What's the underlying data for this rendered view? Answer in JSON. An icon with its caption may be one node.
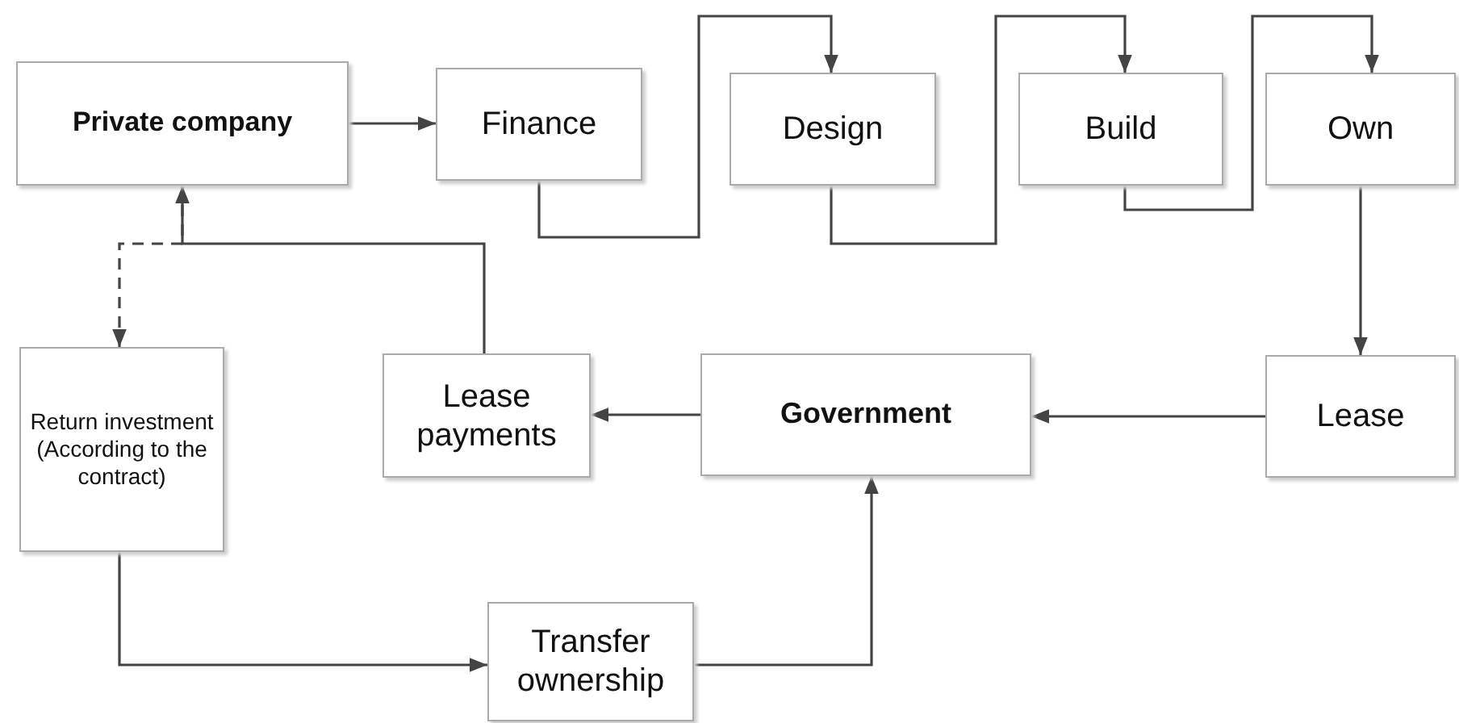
{
  "diagram": {
    "nodes": [
      {
        "text": [
          "Private company"
        ]
      },
      {
        "text": [
          "Finance"
        ]
      },
      {
        "text": [
          "Design"
        ]
      },
      {
        "text": [
          "Build"
        ]
      },
      {
        "text": [
          "Own"
        ]
      },
      {
        "text": [
          "Lease"
        ]
      },
      {
        "text": [
          "Government"
        ]
      },
      {
        "text": [
          "Lease payments"
        ]
      },
      {
        "text": [
          "Return investment (According to the contract)"
        ]
      },
      {
        "text": [
          "Transfer ownership"
        ]
      }
    ],
    "edges": [
      {
        "from": 0,
        "to": 1,
        "arrow": "to"
      },
      {
        "from": 1,
        "to": 2,
        "arrow": "to"
      },
      {
        "from": 2,
        "to": 3,
        "arrow": "to"
      },
      {
        "from": 3,
        "to": 4,
        "arrow": "to"
      },
      {
        "from": 4,
        "to": 5,
        "arrow": "to"
      },
      {
        "from": 5,
        "to": 6,
        "arrow": "to"
      },
      {
        "from": 6,
        "to": 7,
        "arrow": "to"
      },
      {
        "from": 7,
        "to": 0,
        "arrow": "to"
      },
      {
        "from": 0,
        "to": 8,
        "arrow": "to",
        "style": "dashed"
      },
      {
        "from": 8,
        "to": 9,
        "arrow": "to"
      },
      {
        "from": 9,
        "to": 6,
        "arrow": "to"
      }
    ]
  }
}
